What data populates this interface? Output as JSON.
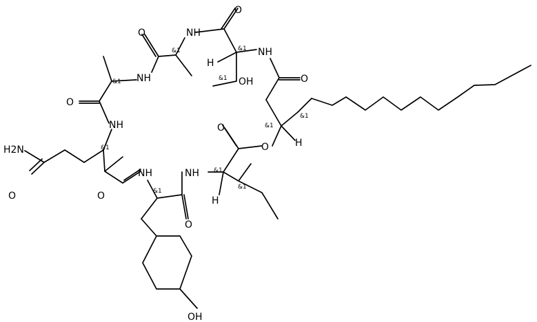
{
  "atoms": {
    "nh2": "H2N",
    "o_gln_side": "O",
    "o_gln_co": "O",
    "nh_gln": "NH",
    "o_ala1_co": "O",
    "nh_ala1": "NH",
    "o_ala2_co": "O",
    "nh_ala2": "NH",
    "o_thr_co": "O",
    "nh_thr": "NH",
    "h_thr": "H",
    "oh_thr": "OH",
    "o_bhda_co": "O",
    "o_ester_carbonyl": "O",
    "o_ester": "O",
    "h_bhda_o": "H",
    "nh_tyr": "NH",
    "o_tyr_co": "O",
    "nh_ile": "NH",
    "h_ile": "H",
    "oh_tyr": "OH"
  },
  "stereo_label": "&1"
}
